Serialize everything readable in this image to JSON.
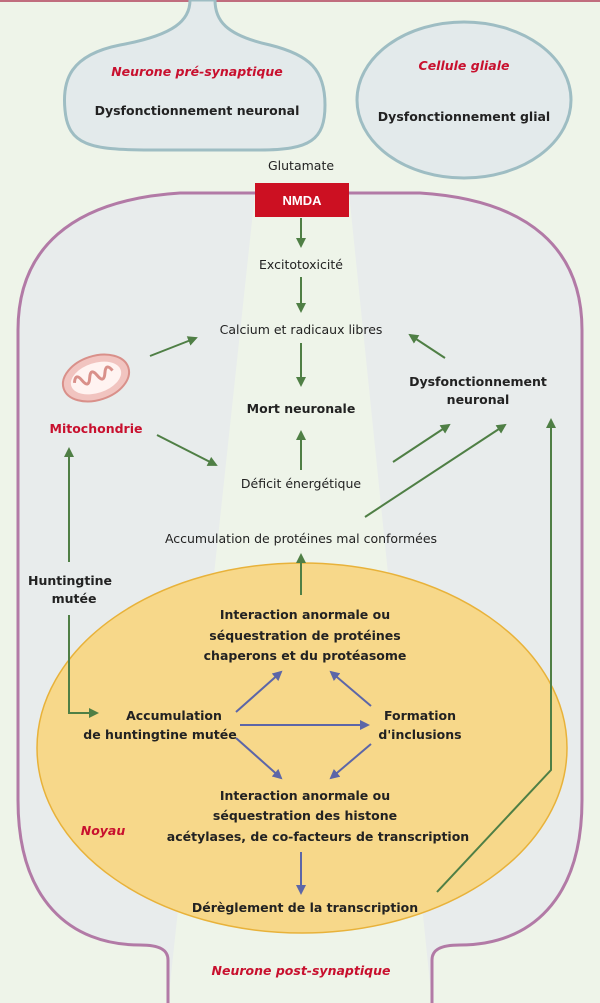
{
  "pre_synaptic": {
    "title": "Neurone pré-synaptique",
    "text": "Dysfonctionnement neuronal"
  },
  "glial": {
    "title": "Cellule gliale",
    "text": "Dysfonctionnement glial"
  },
  "glutamate": "Glutamate",
  "nmda": "NMDA",
  "nodes": {
    "excitotoxicite": "Excitotoxicité",
    "calcium": "Calcium et radicaux libres",
    "mort": "Mort neuronale",
    "mitochondrie": "Mitochondrie",
    "dysfonction_1": "Dysfonctionnement",
    "dysfonction_2": "neuronal",
    "deficit": "Déficit énergétique",
    "accumulation_prot": "Accumulation de protéines mal conformées",
    "huntingtine_1": "Huntingtine",
    "huntingtine_2": "mutée",
    "interaction1_1": "Interaction anormale ou",
    "interaction1_2": "séquestration de protéines",
    "interaction1_3": "chaperons et du protéasome",
    "accum_htt_1": "Accumulation",
    "accum_htt_2": "de huntingtine mutée",
    "formation_1": "Formation",
    "formation_2": "d'inclusions",
    "interaction2_1": "Interaction anormale ou",
    "interaction2_2": "séquestration des histone",
    "interaction2_3": "acétylases, de co-facteurs de transcription",
    "noyau": "Noyau",
    "dereglement": "Dérèglement de la transcription",
    "post_synaptic": "Neurone post-synaptique"
  },
  "colors": {
    "cell_border": "#b27aa6",
    "cell_fill": "#e8ecec",
    "nucleus_fill": "#f7d88a",
    "nucleus_border": "#e8b23a",
    "green_arrow": "#4f7f45",
    "blue_arrow": "#5c66a8",
    "red_text": "#c8102e",
    "nmda_bg": "#cc1022"
  }
}
